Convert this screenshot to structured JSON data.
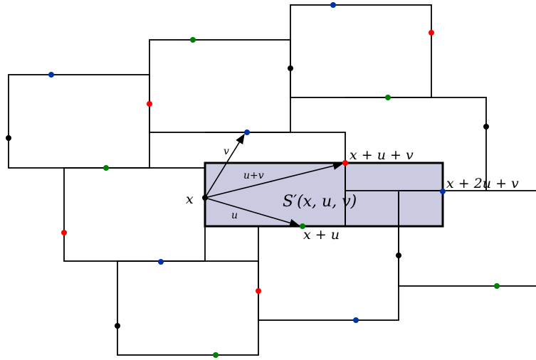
{
  "colors": {
    "edge": "#000000",
    "shaded_fill": "#cacae0",
    "dot_red": "#ff0000",
    "dot_green": "#008000",
    "dot_blue": "#0033aa",
    "dot_black": "#000000"
  },
  "labels": {
    "x": "x",
    "x_plus_u": "x + u",
    "x_plus_u_plus_v": "x + u + v",
    "x_plus_2u_plus_v": "x + 2u + v",
    "shaded_region": "S′(x, u, v)",
    "vec_u": "u",
    "vec_v": "v",
    "vec_u_plus_v": "u+v"
  }
}
